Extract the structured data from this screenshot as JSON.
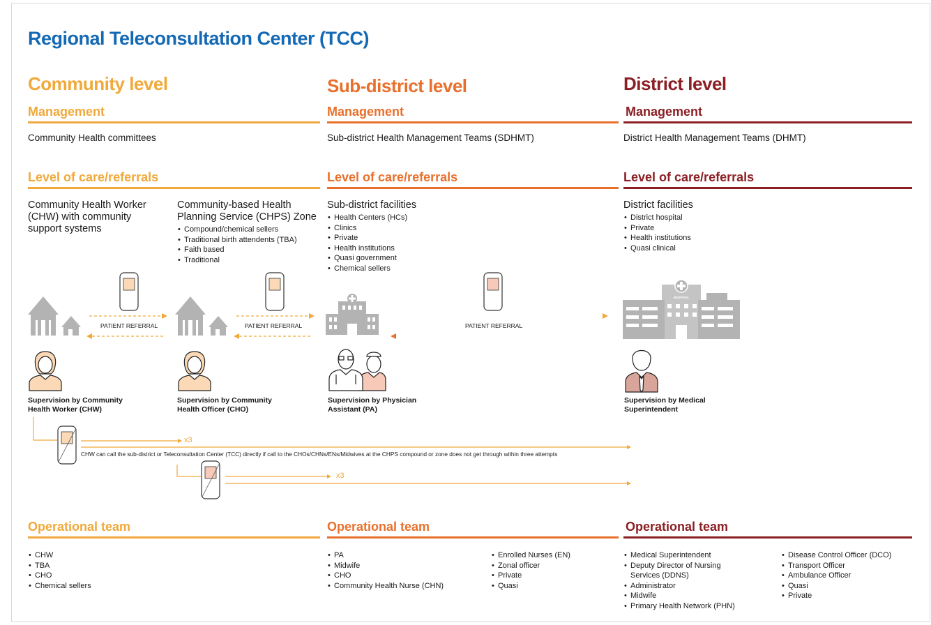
{
  "title": "Regional Teleconsultation Center (TCC)",
  "colors": {
    "title": "#1469b4",
    "community": "#f0a93a",
    "subdistrict": "#e8702c",
    "district": "#8b1f24",
    "grey_icon": "#b3b3b3"
  },
  "levels": [
    {
      "name": "Community level",
      "management_label": "Management",
      "management_text": "Community Health committees",
      "care_label": "Level of care/referrals",
      "care_columns": [
        {
          "heading": "Community Health Worker (CHW) with community support systems",
          "items": []
        },
        {
          "heading": "Community-based Health Planning Service (CHPS) Zone",
          "items": [
            "Compound/chemical sellers",
            "Traditional birth attendents (TBA)",
            "Faith based",
            "Traditional"
          ]
        }
      ],
      "supervisors": [
        "Supervision by Community Health Worker (CHW)",
        "Supervision by Community Health Officer (CHO)"
      ],
      "operational_label": "Operational team",
      "operational_columns": [
        [
          "CHW",
          "TBA",
          "CHO",
          "Chemical sellers"
        ]
      ]
    },
    {
      "name": "Sub-district level",
      "management_label": "Management",
      "management_text": "Sub-district Health Management Teams (SDHMT)",
      "care_label": "Level of care/referrals",
      "care_columns": [
        {
          "heading": "Sub-district facilities",
          "items": [
            "Health Centers (HCs)",
            "Clinics",
            "Private",
            "Health institutions",
            "Quasi government",
            "Chemical sellers"
          ]
        }
      ],
      "supervisors": [
        "Supervision by Physician Assistant (PA)"
      ],
      "operational_label": "Operational team",
      "operational_columns": [
        [
          "PA",
          "Midwife",
          "CHO",
          "Community Health Nurse (CHN)"
        ],
        [
          "Enrolled Nurses (EN)",
          "Zonal officer",
          "Private",
          "Quasi"
        ]
      ]
    },
    {
      "name": "District level",
      "management_label": "Management",
      "management_text": "District Health Management Teams (DHMT)",
      "care_label": "Level of care/referrals",
      "care_columns": [
        {
          "heading": "District facilities",
          "items": [
            "District hospital",
            "Private",
            "Health institutions",
            "Quasi clinical"
          ]
        }
      ],
      "supervisors": [
        "Supervision by Medical Superintendent"
      ],
      "operational_label": "Operational team",
      "operational_columns": [
        [
          "Medical Superintendent",
          "Deputy Director of Nursing Services (DDNS)",
          "Administrator",
          "Midwife",
          "Primary Health Network (PHN)"
        ],
        [
          "Disease Control Officer (DCO)",
          "Transport Officer",
          "Ambulance Officer",
          "Quasi",
          "Private"
        ]
      ]
    }
  ],
  "referral_label": "PATIENT REFERRAL",
  "hospital_sign": "HOSPITAL",
  "escalation": {
    "attempts_label": "x3",
    "note": "CHW can call the sub-district or Teleconsultation Center (TCC) directly if call to the CHOs/CHNs/ENs/Midwives at the CHPS compound or zone does not get through within three attempts"
  }
}
